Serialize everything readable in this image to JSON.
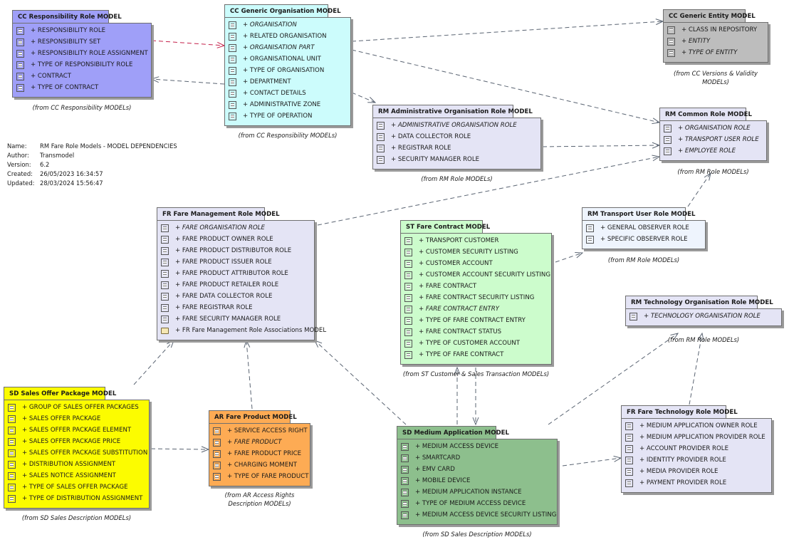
{
  "meta": {
    "name_label": "Name:",
    "name": "RM Fare Role Models - MODEL DEPENDENCIES",
    "author_label": "Author:",
    "author": "Transmodel",
    "version_label": "Version:",
    "version": "6.2",
    "created_label": "Created:",
    "created": "26/05/2023 16:34:57",
    "updated_label": "Updated:",
    "updated": "28/03/2024 15:56:47"
  },
  "packages": [
    {
      "id": "cc-responsibility-role",
      "title": "CC Responsibility Role MODEL",
      "color": "#9f9ff8",
      "source": "(from CC Responsibility MODELs)",
      "items": [
        {
          "label": "+ RESPONSIBILITY ROLE"
        },
        {
          "label": "+ RESPONSIBILITY SET"
        },
        {
          "label": "+ RESPONSIBILITY ROLE ASSIGNMENT"
        },
        {
          "label": "+ TYPE OF RESPONSIBILITY ROLE"
        },
        {
          "label": "+ CONTRACT"
        },
        {
          "label": "+ TYPE OF CONTRACT"
        }
      ]
    },
    {
      "id": "cc-generic-organisation",
      "title": "CC Generic Organisation MODEL",
      "color": "#ccfcfc",
      "source": "(from CC Responsibility MODELs)",
      "items": [
        {
          "label": "+ ORGANISATION",
          "italic": true
        },
        {
          "label": "+ RELATED ORGANISATION"
        },
        {
          "label": "+ ORGANISATION PART",
          "italic": true
        },
        {
          "label": "+ ORGANISATIONAL UNIT"
        },
        {
          "label": "+ TYPE OF ORGANISATION"
        },
        {
          "label": "+ DEPARTMENT"
        },
        {
          "label": "+ CONTACT DETAILS"
        },
        {
          "label": "+ ADMINISTRATIVE ZONE"
        },
        {
          "label": "+ TYPE OF OPERATION"
        }
      ]
    },
    {
      "id": "cc-generic-entity",
      "title": "CC Generic Entity MODEL",
      "color": "#bdbdbd",
      "source": "(from CC Versions & Validity MODELs)",
      "items": [
        {
          "label": "+ CLASS IN REPOSITORY"
        },
        {
          "label": "+ ENTITY",
          "italic": true
        },
        {
          "label": "+ TYPE OF ENTITY",
          "italic": true
        }
      ]
    },
    {
      "id": "rm-administrative-organisation-role",
      "title": "RM Administrative Organisation Role MODEL",
      "color": "#e4e4f5",
      "source": "(from RM Role MODELs)",
      "items": [
        {
          "label": "+ ADMINISTRATIVE ORGANISATION ROLE",
          "italic": true
        },
        {
          "label": "+ DATA COLLECTOR ROLE"
        },
        {
          "label": "+ REGISTRAR ROLE"
        },
        {
          "label": "+ SECURITY MANAGER ROLE"
        }
      ]
    },
    {
      "id": "rm-common-role",
      "title": "RM Common Role MODEL",
      "color": "#e4e4f5",
      "source": "(from RM Role MODELs)",
      "items": [
        {
          "label": "+ ORGANISATION ROLE",
          "italic": true
        },
        {
          "label": "+ TRANSPORT USER ROLE",
          "italic": true
        },
        {
          "label": "+ EMPLOYEE ROLE",
          "italic": true
        }
      ]
    },
    {
      "id": "fr-fare-management-role",
      "title": "FR Fare Management Role MODEL",
      "color": "#e4e4f5",
      "source": "",
      "items": [
        {
          "label": "+ FARE ORGANISATION ROLE",
          "italic": true
        },
        {
          "label": "+ FARE PRODUCT OWNER ROLE"
        },
        {
          "label": "+ FARE PRODUCT DISTRIBUTOR ROLE"
        },
        {
          "label": "+ FARE PRODUCT ISSUER ROLE"
        },
        {
          "label": "+ FARE PRODUCT ATTRIBUTOR ROLE"
        },
        {
          "label": "+ FARE PRODUCT RETAILER ROLE"
        },
        {
          "label": "+ FARE DATA COLLECTOR ROLE"
        },
        {
          "label": "+ FARE REGISTRAR ROLE"
        },
        {
          "label": "+ FARE SECURITY MANAGER ROLE"
        },
        {
          "label": "+ FR Fare Management Role Associations MODEL",
          "folder": true
        }
      ]
    },
    {
      "id": "st-fare-contract",
      "title": "ST Fare Contract MODEL",
      "color": "#ccfccc",
      "source": "(from ST Customer & Sales Transaction MODELs)",
      "items": [
        {
          "label": "+ TRANSPORT CUSTOMER"
        },
        {
          "label": "+ CUSTOMER SECURITY LISTING"
        },
        {
          "label": "+ CUSTOMER ACCOUNT"
        },
        {
          "label": "+ CUSTOMER ACCOUNT SECURITY LISTING"
        },
        {
          "label": "+ FARE CONTRACT"
        },
        {
          "label": "+ FARE CONTRACT SECURITY LISTING"
        },
        {
          "label": "+ FARE CONTRACT ENTRY",
          "italic": true
        },
        {
          "label": "+ TYPE OF FARE CONTRACT ENTRY"
        },
        {
          "label": "+ FARE CONTRACT STATUS"
        },
        {
          "label": "+ TYPE OF CUSTOMER ACCOUNT"
        },
        {
          "label": "+ TYPE OF FARE CONTRACT"
        }
      ]
    },
    {
      "id": "rm-transport-user-role",
      "title": "RM Transport User Role MODEL",
      "color": "#eef4fd",
      "source": "(from RM Role MODELs)",
      "items": [
        {
          "label": "+ GENERAL OBSERVER ROLE"
        },
        {
          "label": "+ SPECIFIC OBSERVER ROLE"
        }
      ]
    },
    {
      "id": "rm-technology-organisation-role",
      "title": "RM Technology Organisation Role MODEL",
      "color": "#e4e4f5",
      "source": "(from RM Role MODELs)",
      "items": [
        {
          "label": "+ TECHNOLOGY ORGANISATION ROLE",
          "italic": true
        }
      ]
    },
    {
      "id": "sd-sales-offer-package",
      "title": "SD Sales Offer Package MODEL",
      "color": "#fcfc00",
      "source": "(from SD Sales Description MODELs)",
      "items": [
        {
          "label": "+ GROUP OF SALES OFFER PACKAGES"
        },
        {
          "label": "+ SALES OFFER PACKAGE"
        },
        {
          "label": "+ SALES OFFER PACKAGE ELEMENT"
        },
        {
          "label": "+ SALES OFFER PACKAGE PRICE"
        },
        {
          "label": "+ SALES OFFER PACKAGE SUBSTITUTION"
        },
        {
          "label": "+ DISTRIBUTION ASSIGNMENT"
        },
        {
          "label": "+ SALES NOTICE ASSIGNMENT"
        },
        {
          "label": "+ TYPE OF SALES OFFER PACKAGE"
        },
        {
          "label": "+ TYPE OF DISTRIBUTION ASSIGNMENT"
        }
      ]
    },
    {
      "id": "ar-fare-product",
      "title": "AR Fare Product MODEL",
      "color": "#fdab54",
      "source": "(from AR Access Rights Description MODELs)",
      "items": [
        {
          "label": "+ SERVICE ACCESS RIGHT"
        },
        {
          "label": "+ FARE PRODUCT",
          "italic": true
        },
        {
          "label": "+ FARE PRODUCT PRICE"
        },
        {
          "label": "+ CHARGING MOMENT"
        },
        {
          "label": "+ TYPE OF FARE PRODUCT"
        }
      ]
    },
    {
      "id": "sd-medium-application",
      "title": "SD Medium Application MODEL",
      "color": "#8dbf8d",
      "source": "(from SD Sales Description MODELs)",
      "items": [
        {
          "label": "+ MEDIUM ACCESS DEVICE"
        },
        {
          "label": "+ SMARTCARD"
        },
        {
          "label": "+ EMV CARD"
        },
        {
          "label": "+ MOBILE DEVICE"
        },
        {
          "label": "+ MEDIUM APPLICATION INSTANCE"
        },
        {
          "label": "+ TYPE OF MEDIUM ACCESS DEVICE"
        },
        {
          "label": "+ MEDIUM ACCESS DEVICE SECURITY LISTING"
        }
      ]
    },
    {
      "id": "fr-fare-technology-role",
      "title": "FR Fare Technology Role MODEL",
      "color": "#e4e4f5",
      "source": "",
      "items": [
        {
          "label": "+ MEDIUM APPLICATION OWNER ROLE"
        },
        {
          "label": "+ MEDIUM APPLICATION PROVIDER ROLE"
        },
        {
          "label": "+ ACCOUNT PROVIDER ROLE"
        },
        {
          "label": "+ IDENTITY PROVIDER ROLE"
        },
        {
          "label": "+ MEDIA PROVIDER ROLE"
        },
        {
          "label": "+ PAYMENT PROVIDER ROLE"
        }
      ]
    }
  ]
}
